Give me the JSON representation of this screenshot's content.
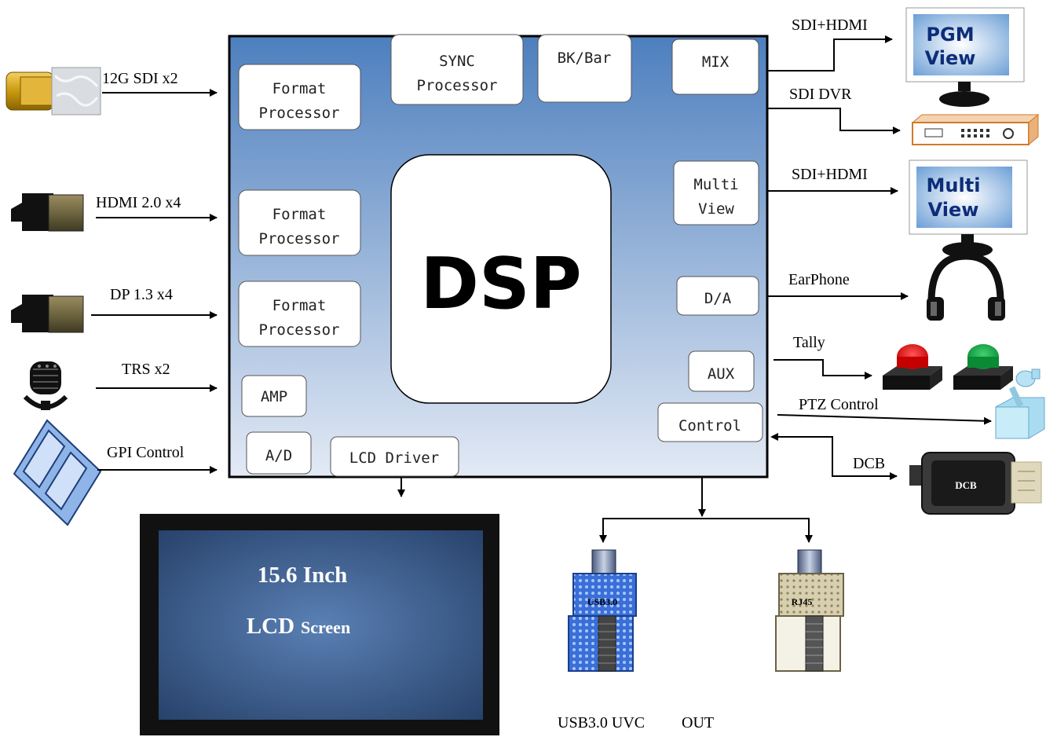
{
  "core": {
    "dsp": "DSP"
  },
  "modules": {
    "format1": [
      "Format",
      "Processor"
    ],
    "format2": [
      "Format",
      "Processor"
    ],
    "format3": [
      "Format",
      "Processor"
    ],
    "sync": [
      "SYNC",
      "Processor"
    ],
    "bkbar": "BK/Bar",
    "mix": "MIX",
    "multiview": [
      "Multi",
      "View"
    ],
    "da": "D/A",
    "aux": "AUX",
    "control": "Control",
    "amp": "AMP",
    "ad": "A/D",
    "lcd_driver": "LCD Driver"
  },
  "inputs": {
    "sdi": "12G SDI x2",
    "hdmi": "HDMI 2.0 x4",
    "dp": "DP 1.3 x4",
    "trs": "TRS x2",
    "gpi": "GPI Control"
  },
  "outputs": {
    "pgm_link": "SDI+HDMI",
    "dvr_link": "SDI DVR",
    "mv_link": "SDI+HDMI",
    "earphone": "EarPhone",
    "tally": "Tally",
    "ptz": "PTZ Control",
    "dcb": "DCB"
  },
  "devices": {
    "pgm_monitor": [
      "PGM",
      "View"
    ],
    "mv_monitor": [
      "Multi",
      "View"
    ],
    "dcb_box": "DCB",
    "usb_port": "USB3.0",
    "rj45_port": "RJ45"
  },
  "screen": {
    "line1": "15.6 Inch",
    "line2_big": "LCD",
    "line2_small": "Screen"
  },
  "bottom_caption": {
    "left": "USB3.0 UVC",
    "right": "OUT"
  },
  "colors": {
    "dsp_grad_top": "#4d7fbe",
    "dsp_grad_bottom": "#dde6f3",
    "tally_red": "#e41e1e",
    "tally_green": "#13a544",
    "monitor_text": "#0d2d7a",
    "screen_blue": "#3f6293"
  }
}
